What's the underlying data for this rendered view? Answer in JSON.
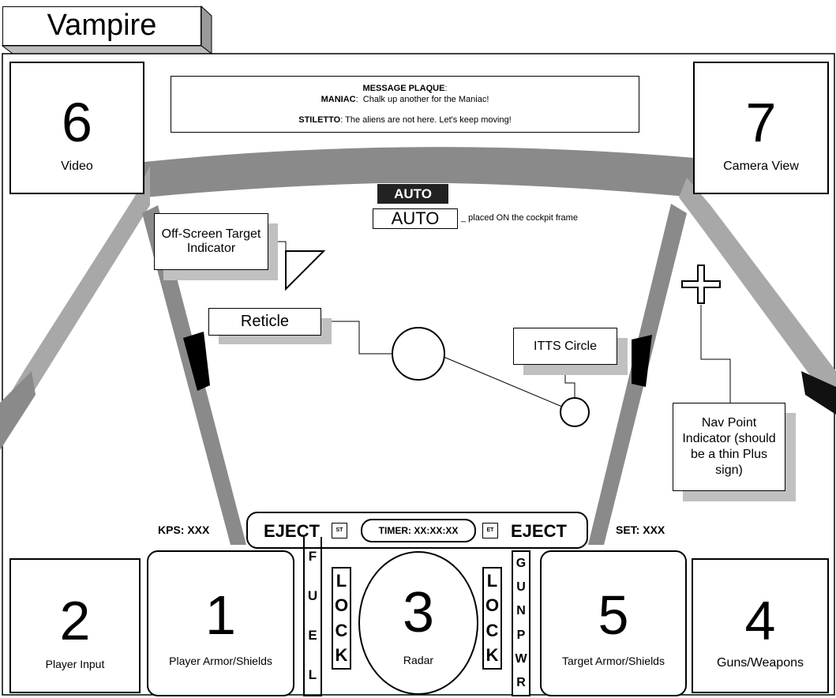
{
  "title": "Vampire",
  "panels": {
    "video": {
      "number": "6",
      "label": "Video"
    },
    "camera": {
      "number": "7",
      "label": "Camera View"
    },
    "player_input": {
      "number": "2",
      "label": "Player Input"
    },
    "player_armor": {
      "number": "1",
      "label": "Player Armor/Shields"
    },
    "radar": {
      "number": "3",
      "label": "Radar"
    },
    "target_armor": {
      "number": "5",
      "label": "Target Armor/Shields"
    },
    "guns": {
      "number": "4",
      "label": "Guns/Weapons"
    }
  },
  "message_plaque": {
    "heading": "MESSAGE PLAQUE",
    "lines": [
      {
        "speaker": "MANIAC",
        "text": "Chalk up another for the Maniac!"
      },
      {
        "speaker": "STILETTO",
        "text": "The aliens are not here.  Let's keep moving!"
      }
    ]
  },
  "auto": {
    "emblem": "AUTO",
    "label": "AUTO",
    "note": "_ placed ON the cockpit frame"
  },
  "callouts": {
    "offscreen": "Off-Screen Target Indicator",
    "reticle": "Reticle",
    "itts": "ITTS Circle",
    "nav": "Nav Point Indicator (should be a thin Plus sign)"
  },
  "hud": {
    "kps": "KPS: XXX",
    "set": "SET: XXX",
    "eject_left": "EJECT",
    "eject_right": "EJECT",
    "st": "ST",
    "et": "ET",
    "timer": "TIMER:  XX:XX:XX"
  },
  "gauges": {
    "fuel": [
      "F",
      "U",
      "E",
      "L"
    ],
    "lock_left": [
      "L",
      "O",
      "C",
      "K"
    ],
    "lock_right": [
      "L",
      "O",
      "C",
      "K"
    ],
    "gun_pwr": [
      "G",
      "U",
      "N",
      "P",
      "W",
      "R"
    ]
  },
  "colors": {
    "frame": "#8a8a8a",
    "frame_light": "#b0b0b0",
    "shadow": "#c0c0c0"
  }
}
